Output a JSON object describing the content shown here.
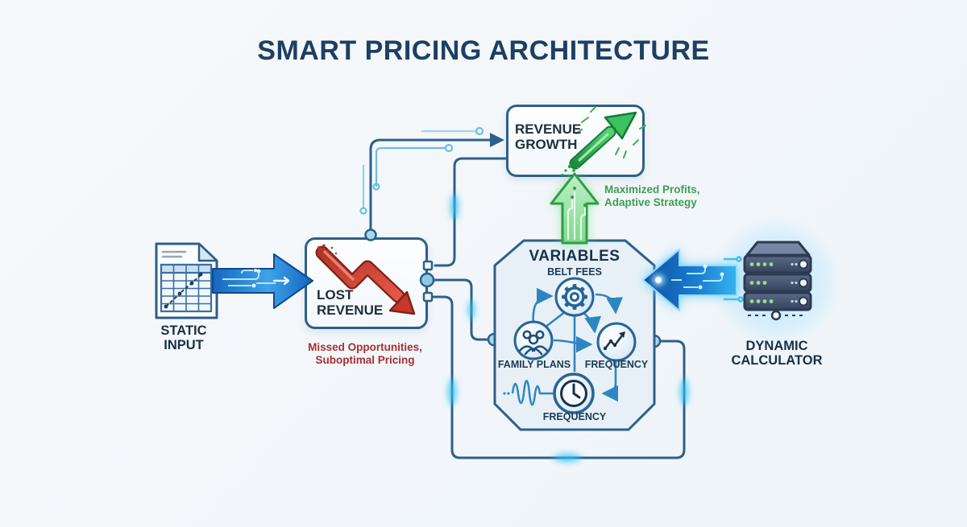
{
  "title": "SMART PRICING ARCHITECTURE",
  "static_input": {
    "label": "STATIC INPUT",
    "icon": "spreadsheet-document-icon"
  },
  "flow_left": {
    "icon": "circuit-arrow-right-icon"
  },
  "lost_revenue": {
    "label": "LOST REVENUE",
    "icon": "declining-zigzag-arrow-icon",
    "caption_line1": "Missed Opportunities,",
    "caption_line2": "Suboptimal Pricing"
  },
  "revenue_growth": {
    "label": "REVENUE GROWTH",
    "icon": "rising-arrow-icon",
    "caption_line1": "Maximized Profits,",
    "caption_line2": "Adaptive Strategy"
  },
  "growth_connector": {
    "icon": "green-up-arrow-icon"
  },
  "variables": {
    "label": "VARIABLES",
    "gear": {
      "label": "BELT FEES",
      "icon": "gear-icon"
    },
    "people": {
      "label": "FAMILY PLANS",
      "icon": "people-icon"
    },
    "trend": {
      "label": "FREQUENCY",
      "icon": "trend-chart-icon"
    },
    "clock": {
      "label": "FREQUENCY",
      "icon": "clock-icon"
    }
  },
  "dynamic_calculator": {
    "label": "DYNAMIC CALCULATOR",
    "icon": "server-stack-icon"
  },
  "flow_right": {
    "icon": "circuit-arrow-left-icon"
  },
  "colors": {
    "title_text": "#1d3f63",
    "box_border": "#2d6089",
    "wire": "#2d6089",
    "inner_arrow_blue": "#2e86c1",
    "negative_red": "#c23b2e",
    "negative_caption": "#a63030",
    "positive_green": "#2f9e44",
    "positive_caption": "#3f9e53",
    "glow_cyan": "#35c4f0"
  }
}
